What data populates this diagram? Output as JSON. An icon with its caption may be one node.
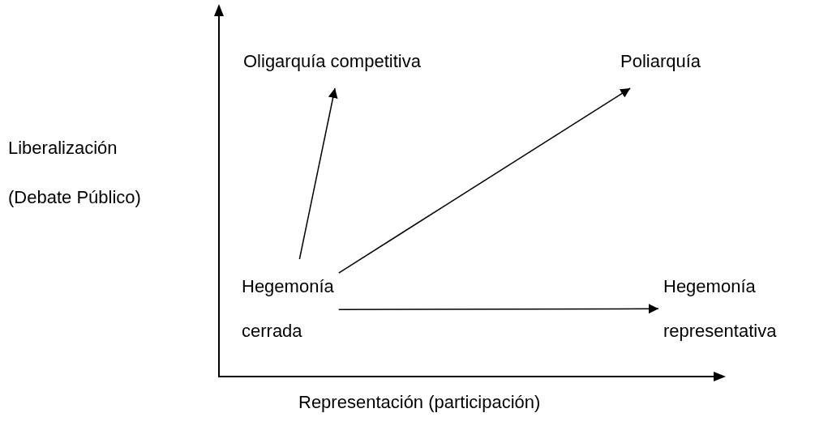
{
  "diagram": {
    "nodes": [
      {
        "text": [
          "Oligarquía competitiva"
        ]
      },
      {
        "text": [
          "Poliarquía"
        ]
      },
      {
        "text": [
          "Hegemonía cerrada"
        ]
      },
      {
        "text": [
          "Hegemonía representativa"
        ]
      }
    ],
    "edges": [
      {
        "from": 2,
        "to": 0,
        "arrow": "to"
      },
      {
        "from": 2,
        "to": 1,
        "arrow": "to"
      },
      {
        "from": 2,
        "to": 3,
        "arrow": "to"
      }
    ],
    "labels": [
      "Liberalización (Debate Público)",
      "Representación (participación)"
    ]
  }
}
